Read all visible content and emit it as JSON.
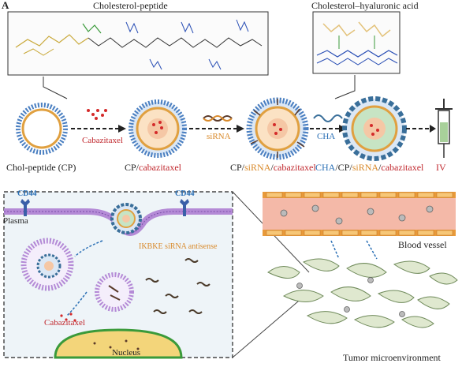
{
  "panel_letter": "A",
  "top": {
    "chol_peptide_title": "Cholesterol-peptide",
    "chol_ha_title": "Cholesterol–hyaluronic acid",
    "arrow_cabazitaxel": "Cabazitaxel",
    "arrow_sirna": "siRNA",
    "arrow_cha": "CHA",
    "stage1": "Chol-peptide (CP)",
    "stage2_a": "CP/",
    "stage2_b": "cabazitaxel",
    "stage3_a": "CP/",
    "stage3_b": "siRNA",
    "stage3_c": "/",
    "stage3_d": "cabazitaxel",
    "stage4_a": "CHA",
    "stage4_b": "/CP/",
    "stage4_c": "siRNA",
    "stage4_d": "/",
    "stage4_e": "cabazitaxel",
    "iv": "IV"
  },
  "bottom": {
    "cd44_left": "CD44",
    "cd44_right": "CD44",
    "plasma": "Plasma",
    "sirna_antisense": "IKBKE siRNA antisense",
    "cabazitaxel": "Cabazitaxel",
    "nucleus": "Nucleus",
    "blood_vessel": "Blood vessel",
    "tumor_microenvironment": "Tumor microenvironment"
  },
  "colors": {
    "shell_blue": "#4a7fc1",
    "lipid_orange": "#e0a040",
    "drug_red": "#d42a2a",
    "membrane_purple": "#b48ad6",
    "vessel_pink": "#f4b9a8",
    "cell_green": "#dfe8cf",
    "nucleus_yellow": "#f3d57a"
  }
}
